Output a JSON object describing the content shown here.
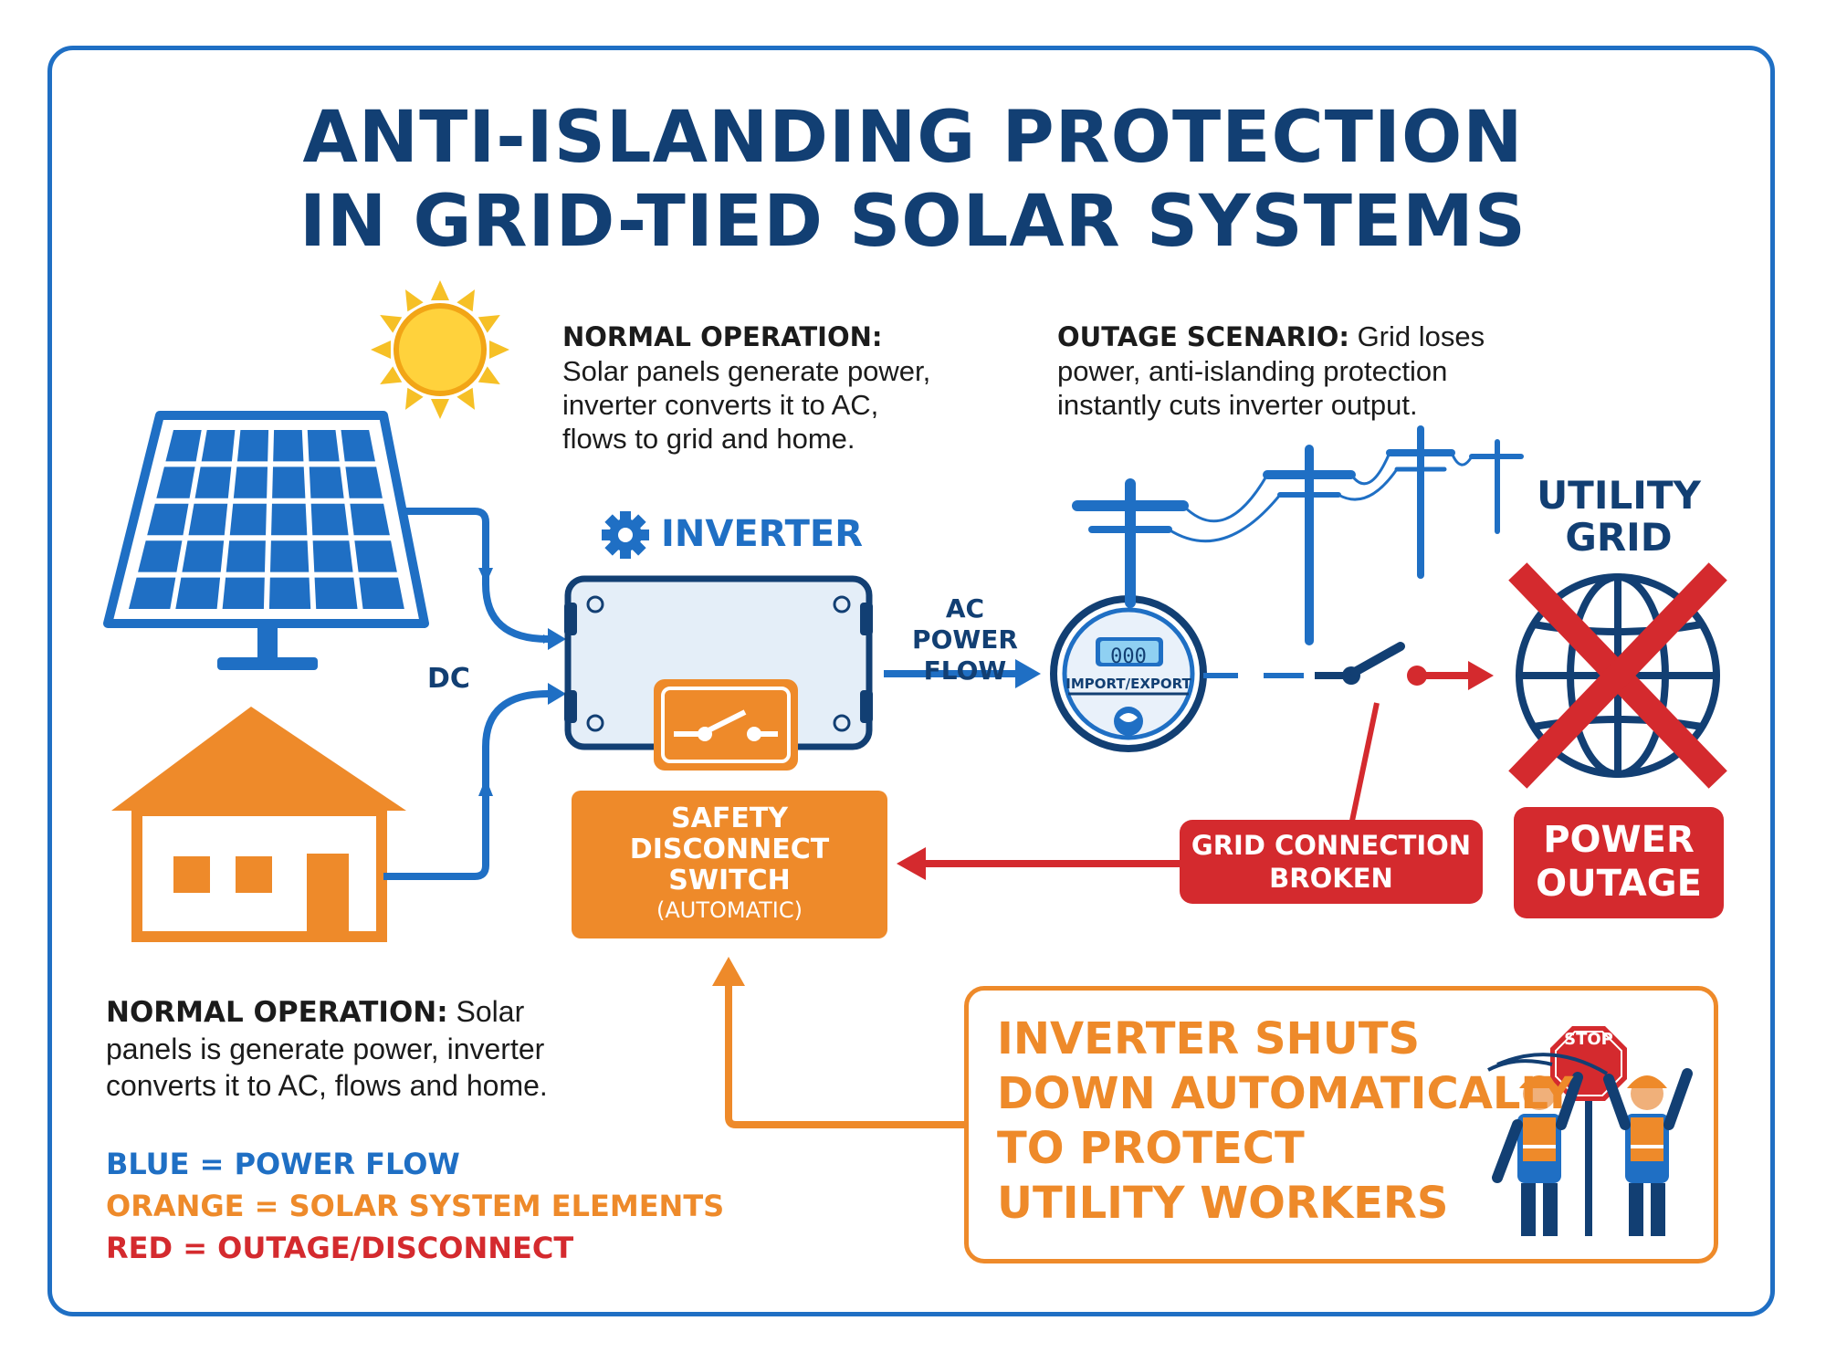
{
  "title": {
    "line1": "ANTI-ISLANDING PROTECTION",
    "line2": "IN GRID-TIED SOLAR SYSTEMS"
  },
  "normal_top": {
    "heading": "NORMAL OPERATION:",
    "line1": "Solar panels generate power,",
    "line2": "inverter converts it to AC,",
    "line3": "flows to grid and home."
  },
  "outage_top": {
    "heading": "OUTAGE SCENARIO:",
    "line1_rest": " Grid loses",
    "line2": "power, anti-islanding protection",
    "line3": "instantly cuts inverter output."
  },
  "inverter": {
    "label": "INVERTER"
  },
  "dc_label": "DC",
  "ac_flow": {
    "line1": "AC POWER",
    "line2": "FLOW"
  },
  "meter": {
    "display": "000",
    "label": "IMPORT/EXPORT"
  },
  "utility_grid": {
    "line1": "UTILITY",
    "line2": "GRID"
  },
  "safety_switch": {
    "line1": "SAFETY",
    "line2": "DISCONNECT",
    "line3": "SWITCH",
    "line4": "(AUTOMATIC)"
  },
  "grid_broken": {
    "line1": "GRID CONNECTION",
    "line2": "BROKEN"
  },
  "power_outage": {
    "line1": "POWER",
    "line2": "OUTAGE"
  },
  "normal_bottom": {
    "heading": "NORMAL OPERATION:",
    "line1_rest": " Solar",
    "line2": "panels is generate power, inverter",
    "line3": "converts it to AC, flows and home."
  },
  "legend": {
    "blue": "BLUE = POWER FLOW",
    "orange": "ORANGE = SOLAR SYSTEM ELEMENTS",
    "red": "RED = OUTAGE/DISCONNECT"
  },
  "shutdown": {
    "line1": "INVERTER SHUTS",
    "line2": "DOWN AUTOMATICALLY",
    "line3": "TO PROTECT",
    "line4": "UTILITY WORKERS"
  },
  "stop_sign": "STOP",
  "colors": {
    "blue": "#1f6fc4",
    "navy": "#123f73",
    "orange": "#ee8a2a",
    "red": "#d42a2e",
    "yellow": "#f6c026"
  }
}
